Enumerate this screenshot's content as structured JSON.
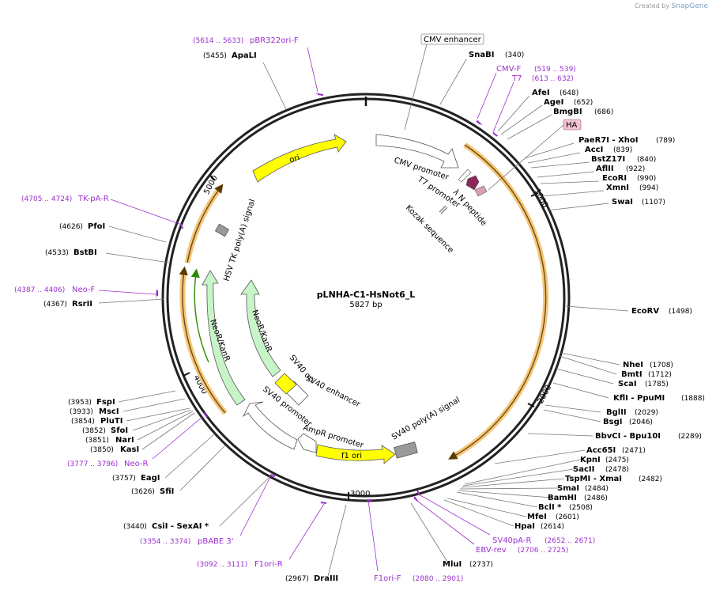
{
  "credit": {
    "prefix": "Created by",
    "brand": "SnapGene"
  },
  "plasmid": {
    "name": "pLNHA-C1-HsNot6_L",
    "size": "5827 bp"
  },
  "ticks": [
    "1000",
    "2000",
    "3000",
    "4000",
    "5000"
  ],
  "features": {
    "ori": "ori",
    "cmv_promoter": "CMV promoter",
    "t7_promoter": "T7 promoter",
    "lambda_n": "λ N peptide",
    "kozak": "Kozak sequence",
    "sv40_polya": "SV40 poly(A) signal",
    "f1_ori": "f1 ori",
    "ampr_promoter": "AmpR promoter",
    "sv40_promoter_a": "SV40 promoter",
    "sv40_enhancer": "SV40 enhancer",
    "sv40_ori": "SV40 ori",
    "neor_inner": "NeoR/KanR",
    "neor_outer": "NeoR/KanR",
    "hsv_tk": "HSV TK poly(A) signal",
    "cmv_enhancer": "CMV enhancer",
    "ha": "HA"
  },
  "sites": {
    "apali": {
      "name": "ApaLI",
      "pos": "(5455)"
    },
    "snabi": {
      "name": "SnaBI",
      "pos": "(340)"
    },
    "afei": {
      "name": "AfeI",
      "pos": "(648)"
    },
    "agei": {
      "name": "AgeI",
      "pos": "(652)"
    },
    "bmgbi": {
      "name": "BmgBI",
      "pos": "(686)"
    },
    "paer7i": {
      "name": "PaeR7I  - XhoI",
      "pos": "(789)"
    },
    "acci": {
      "name": "AccI",
      "pos": "(839)"
    },
    "bstz17i": {
      "name": "BstZ17I",
      "pos": "(840)"
    },
    "aflii": {
      "name": "AflII",
      "pos": "(922)"
    },
    "ecori": {
      "name": "EcoRI",
      "pos": "(990)"
    },
    "xmni": {
      "name": "XmnI",
      "pos": "(994)"
    },
    "swai": {
      "name": "SwaI",
      "pos": "(1107)"
    },
    "ecorv": {
      "name": "EcoRV",
      "pos": "(1498)"
    },
    "nhei": {
      "name": "NheI",
      "pos": "(1708)"
    },
    "bmti": {
      "name": "BmtI",
      "pos": "(1712)"
    },
    "scai": {
      "name": "ScaI",
      "pos": "(1785)"
    },
    "kfli": {
      "name": "KflI  - PpuMI",
      "pos": "(1888)"
    },
    "bglii": {
      "name": "BglII",
      "pos": "(2029)"
    },
    "bsgi": {
      "name": "BsgI",
      "pos": "(2046)"
    },
    "bbvci": {
      "name": "BbvCI  - Bpu10I",
      "pos": "(2289)"
    },
    "acc65i": {
      "name": "Acc65I",
      "pos": "(2471)"
    },
    "kpni": {
      "name": "KpnI",
      "pos": "(2475)"
    },
    "sacii": {
      "name": "SacII",
      "pos": "(2478)"
    },
    "tspmi": {
      "name": "TspMI  - XmaI",
      "pos": "(2482)"
    },
    "smai": {
      "name": "SmaI",
      "pos": "(2484)"
    },
    "bamhi": {
      "name": "BamHI",
      "pos": "(2486)"
    },
    "bcli": {
      "name": "BclI *",
      "pos": "(2508)"
    },
    "mfei": {
      "name": "MfeI",
      "pos": "(2601)"
    },
    "hpai": {
      "name": "HpaI",
      "pos": "(2614)"
    },
    "mlui": {
      "name": "MluI",
      "pos": "(2737)"
    },
    "draiii": {
      "name": "DraIII",
      "pos": "(2967)"
    },
    "csii": {
      "name": "CsiI  - SexAI *",
      "pos": "(3440)"
    },
    "sfii": {
      "name": "SfiI",
      "pos": "(3626)"
    },
    "eagi": {
      "name": "EagI",
      "pos": "(3757)"
    },
    "kasi": {
      "name": "KasI",
      "pos": "(3850)"
    },
    "nari": {
      "name": "NarI",
      "pos": "(3851)"
    },
    "sfoi": {
      "name": "SfoI",
      "pos": "(3852)"
    },
    "pluti": {
      "name": "PluTI",
      "pos": "(3854)"
    },
    "msci": {
      "name": "MscI",
      "pos": "(3933)"
    },
    "fspi": {
      "name": "FspI",
      "pos": "(3953)"
    },
    "rsrii": {
      "name": "RsrII",
      "pos": "(4367)"
    },
    "bstbi": {
      "name": "BstBI",
      "pos": "(4533)"
    },
    "pfoi": {
      "name": "PfoI",
      "pos": "(4626)"
    }
  },
  "primers": {
    "pbr322": {
      "name": "pBR322ori-F",
      "pos": "(5614 .. 5633)"
    },
    "cmvf": {
      "name": "CMV-F",
      "pos": "(519 .. 539)"
    },
    "t7": {
      "name": "T7",
      "pos": "(613 .. 632)"
    },
    "tkpa": {
      "name": "TK-pA-R",
      "pos": "(4705 .. 4724)"
    },
    "neof": {
      "name": "Neo-F",
      "pos": "(4387 .. 4406)"
    },
    "neor": {
      "name": "Neo-R",
      "pos": "(3777 .. 3796)"
    },
    "pbabe": {
      "name": "pBABE 3'",
      "pos": "(3354 .. 3374)"
    },
    "f1orir": {
      "name": "F1ori-R",
      "pos": "(3092 .. 3111)"
    },
    "f1orif": {
      "name": "F1ori-F",
      "pos": "(2880 .. 2901)"
    },
    "sv40par": {
      "name": "SV40pA-R",
      "pos": "(2652 .. 2671)"
    },
    "ebvrev": {
      "name": "EBV-rev",
      "pos": "(2706 .. 2725)"
    }
  }
}
